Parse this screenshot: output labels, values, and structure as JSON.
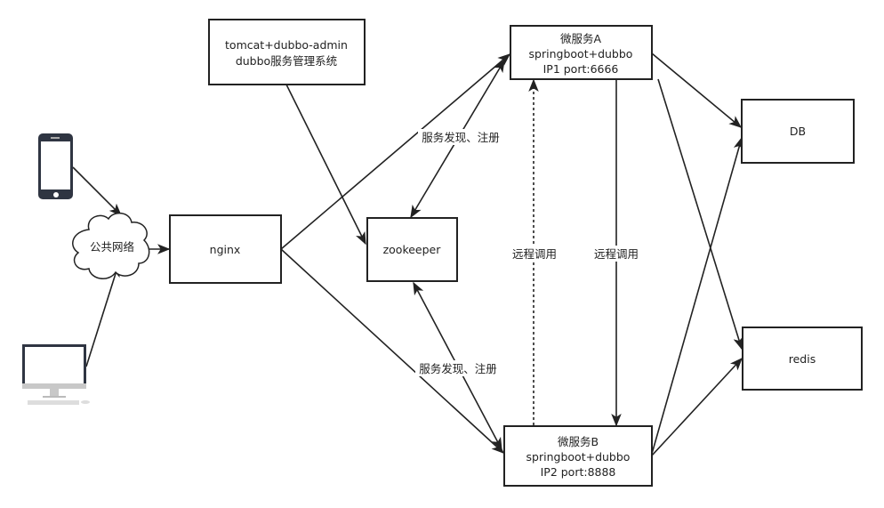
{
  "nodes": {
    "tomcat": {
      "line1": "tomcat+dubbo-admin",
      "line2": "dubbo服务管理系统"
    },
    "service_a": {
      "line1": "微服务A",
      "line2": "springboot+dubbo",
      "line3": "IP1 port:6666"
    },
    "service_b": {
      "line1": "微服务B",
      "line2": "springboot+dubbo",
      "line3": "IP2 port:8888"
    },
    "db": {
      "label": "DB"
    },
    "redis": {
      "label": "redis"
    },
    "nginx": {
      "label": "nginx"
    },
    "zookeeper": {
      "label": "zookeeper"
    },
    "cloud": {
      "label": "公共网络"
    }
  },
  "edge_labels": {
    "discovery_a": "服务发现、注册",
    "discovery_b": "服务发现、注册",
    "remote_call_dashed": "远程调用",
    "remote_call_solid": "远程调用"
  },
  "colors": {
    "stroke": "#222222",
    "device": "#2f3542"
  }
}
